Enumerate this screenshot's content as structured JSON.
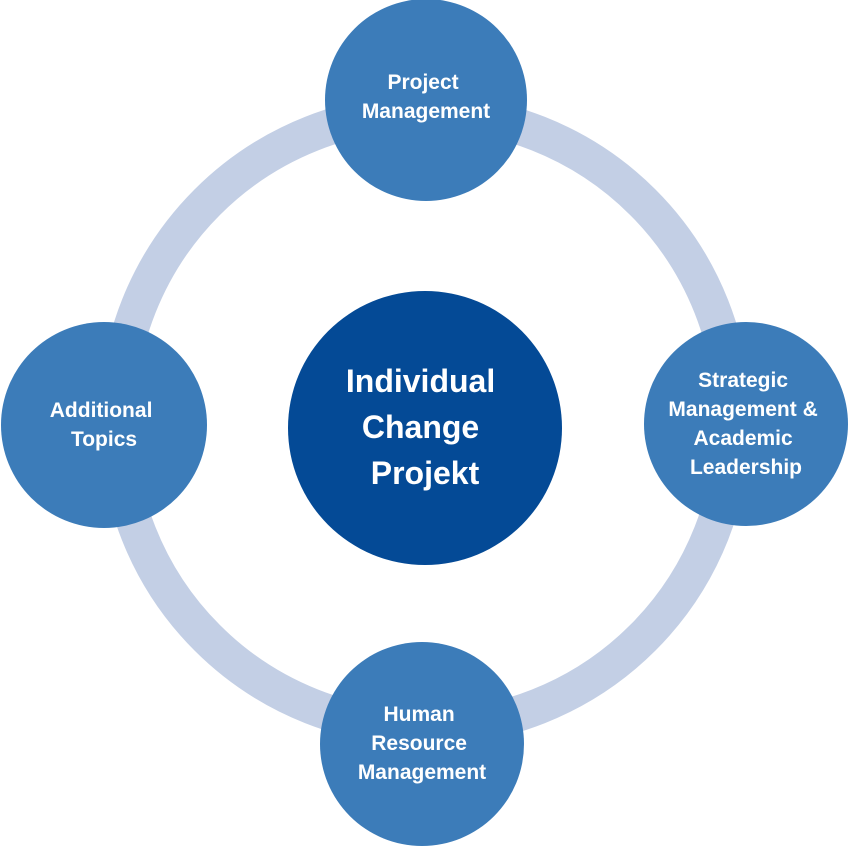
{
  "colors": {
    "ring": "#c3cfe5",
    "outer_node": "#3c7cb9",
    "center_node": "#044a96",
    "text": "#ffffff"
  },
  "center": {
    "lines": [
      "Individual",
      "Change",
      "Projekt"
    ]
  },
  "nodes": [
    {
      "id": "top",
      "lines": [
        "Project",
        "Management"
      ]
    },
    {
      "id": "right",
      "lines": [
        "Strategic",
        "Management &",
        "Academic",
        "Leadership"
      ]
    },
    {
      "id": "bottom",
      "lines": [
        "Human",
        "Resource",
        "Management"
      ]
    },
    {
      "id": "left",
      "lines": [
        "Additional",
        "Topics"
      ]
    }
  ]
}
